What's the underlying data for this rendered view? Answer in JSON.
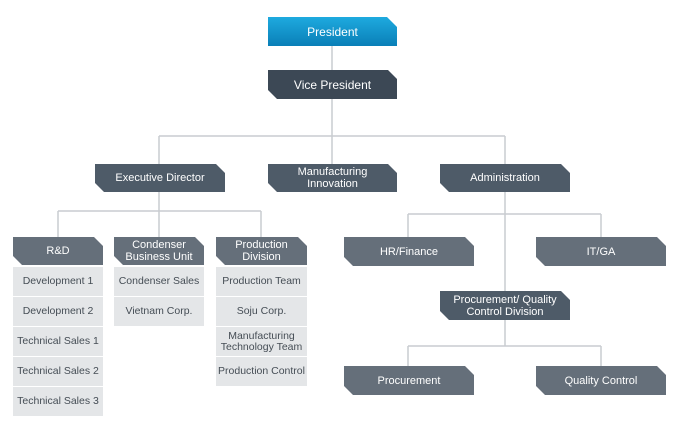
{
  "president": "President",
  "vice_president": "Vice President",
  "level2": {
    "executive_director": "Executive Director",
    "manufacturing_innovation": "Manufacturing Innovation",
    "administration": "Administration"
  },
  "exec_branches": [
    {
      "title": "R&D",
      "items": [
        "Development 1",
        "Development 2",
        "Technical Sales 1",
        "Technical Sales 2",
        "Technical Sales 3"
      ]
    },
    {
      "title": "Condenser Business Unit",
      "items": [
        "Condenser Sales",
        "Vietnam Corp."
      ]
    },
    {
      "title": "Production Division",
      "items": [
        "Production Team",
        "Soju Corp.",
        "Manufacturing Technology Team",
        "Production Control"
      ]
    }
  ],
  "admin": {
    "hr_finance": "HR/Finance",
    "it_ga": "IT/GA",
    "procurement_qc_division": "Procurement/ Quality Control Division",
    "procurement": "Procurement",
    "quality_control": "Quality Control"
  },
  "colors": {
    "president_top": "#1eaadf",
    "president_bottom": "#0a7fb7",
    "node_dark": "#3c4855",
    "node_mid": "#4e5b68",
    "node_light": "#656f7a",
    "cell_bg": "#e4e6e8",
    "cell_text": "#454d55",
    "connector": "#c8ccd0"
  }
}
